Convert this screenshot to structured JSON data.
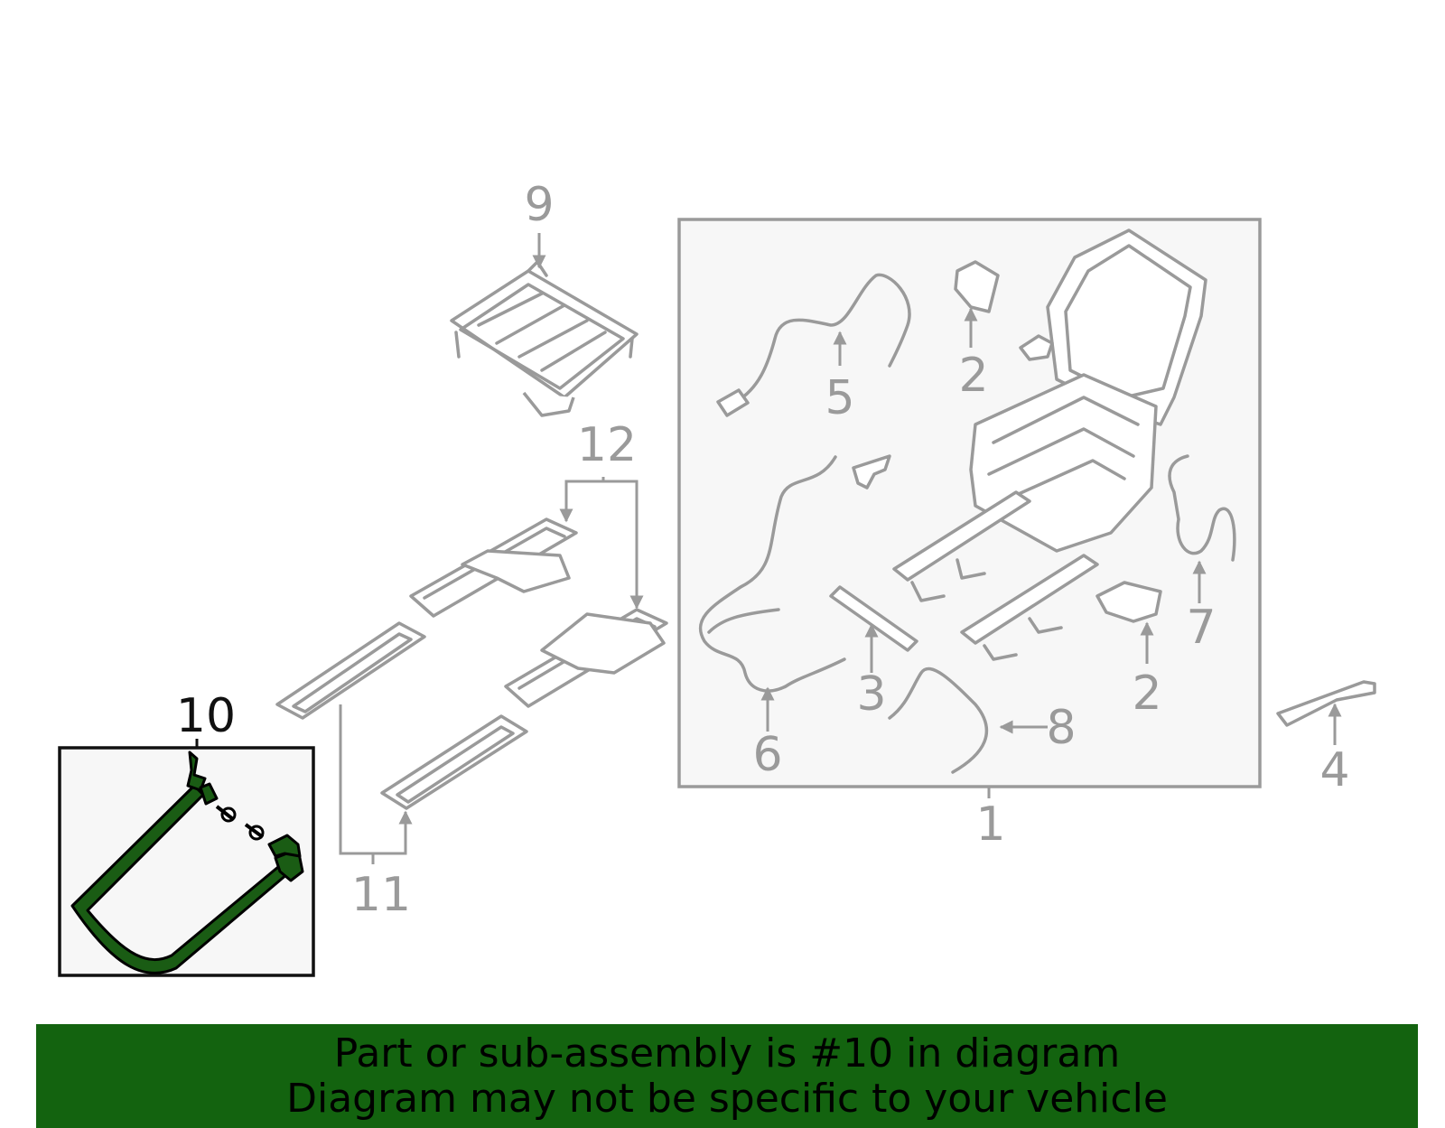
{
  "banner": {
    "line1": "Part or sub-assembly is #10 in diagram",
    "line2": "Diagram may not be specific to your vehicle",
    "color": "#13630f"
  },
  "highlight": {
    "part": "10",
    "color": "#1a5c14"
  },
  "callouts": {
    "c1": "1",
    "c2a": "2",
    "c2b": "2",
    "c3": "3",
    "c4": "4",
    "c5": "5",
    "c6": "6",
    "c7": "7",
    "c8": "8",
    "c9": "9",
    "c10": "10",
    "c11": "11",
    "c12": "12"
  }
}
